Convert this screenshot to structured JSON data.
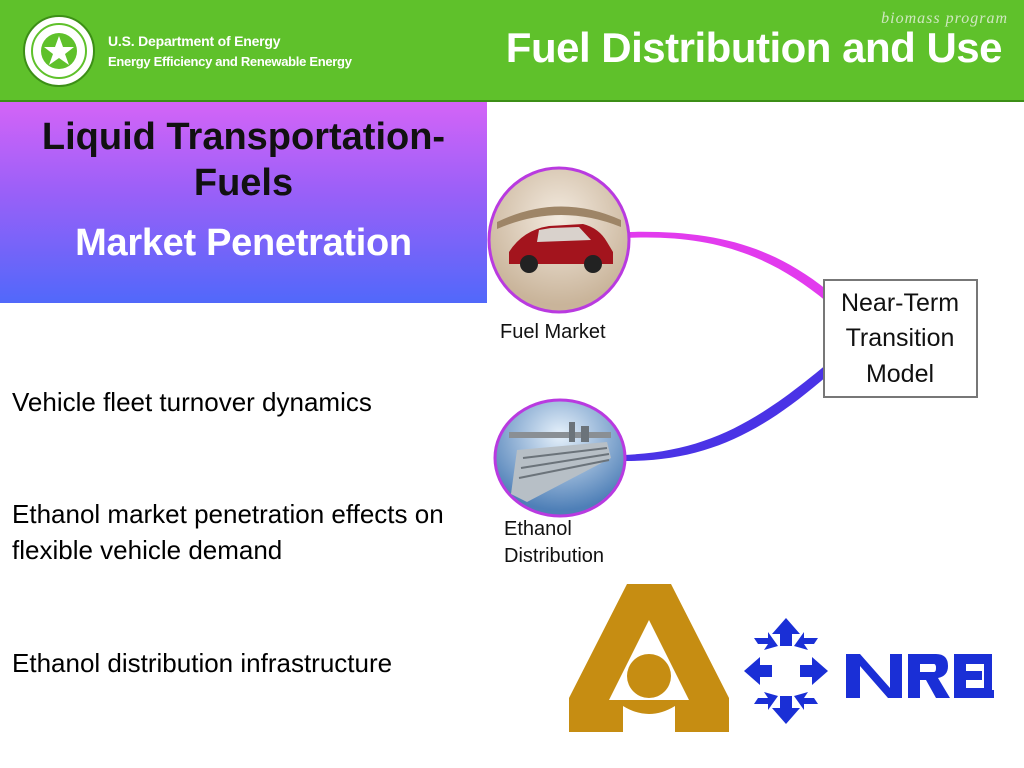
{
  "header": {
    "agency_line1": "U.S. Department of Energy",
    "agency_line2": "Energy Efficiency and Renewable Energy",
    "tagline": "biomass program",
    "title": "Fuel Distribution and Use"
  },
  "panel": {
    "title": "Liquid Transportation-Fuels",
    "subtitle": "Market Penetration"
  },
  "bullets": [
    "Vehicle fleet turnover dynamics",
    "Ethanol market penetration effects on flexible vehicle demand",
    "Ethanol distribution infrastructure"
  ],
  "diagram": {
    "fuel_market_label": "Fuel Market",
    "ethanol_label_line1": "Ethanol",
    "ethanol_label_line2": "Distribution",
    "model_line1": "Near-Term",
    "model_line2": "Transition",
    "model_line3": "Model"
  },
  "colors": {
    "header_green": "#5fc12b",
    "panel_top": "#d464f7",
    "panel_bottom": "#5168fa",
    "connector_magenta": "#e23bee",
    "connector_blue": "#4a33e6",
    "argonne_gold": "#c68d12",
    "nrel_blue": "#1a2fd6"
  }
}
